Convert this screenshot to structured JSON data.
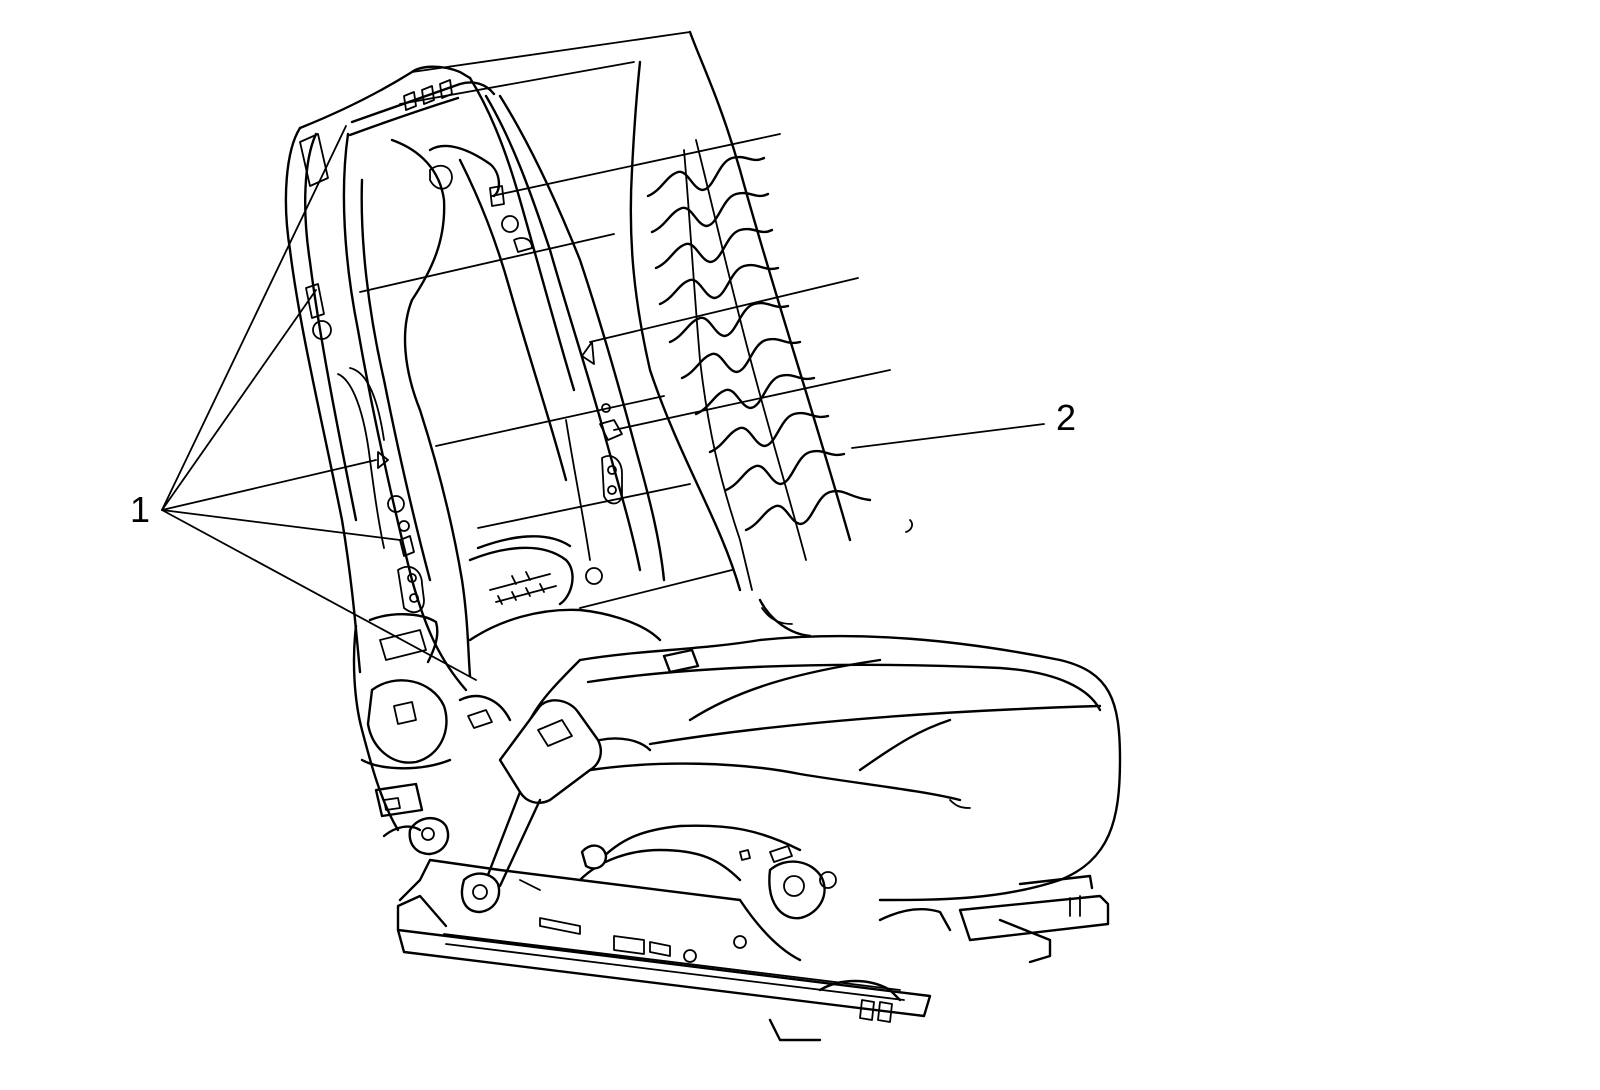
{
  "figure": {
    "callouts": [
      {
        "id": "1",
        "label": "1"
      },
      {
        "id": "2",
        "label": "2"
      }
    ],
    "icons": [
      "seat-frame-illustration",
      "seat-back-suspension-mat",
      "seat-track",
      "seat-belt-buckle"
    ],
    "colors": {
      "line": "#000000",
      "background": "#ffffff"
    }
  }
}
